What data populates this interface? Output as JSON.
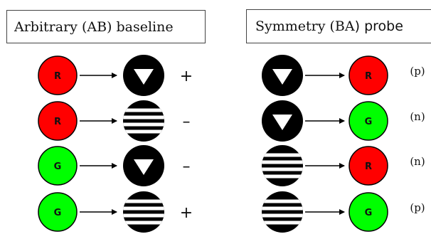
{
  "left_panel": {
    "title": "Arbitrary (AB) baseline",
    "rows": [
      {
        "sample": "R",
        "comparison": "triangle",
        "sign": "+"
      },
      {
        "sample": "R",
        "comparison": "stripes",
        "sign": "–"
      },
      {
        "sample": "G",
        "comparison": "triangle",
        "sign": "–"
      },
      {
        "sample": "G",
        "comparison": "stripes",
        "sign": "+"
      }
    ]
  },
  "right_panel": {
    "title_main": "Symmetry (BA",
    "title_tail": ") probe",
    "rows": [
      {
        "sample": "triangle",
        "comparison": "R",
        "relation": "(p)"
      },
      {
        "sample": "triangle",
        "comparison": "G",
        "relation": "(n)"
      },
      {
        "sample": "stripes",
        "comparison": "R",
        "relation": "(n)"
      },
      {
        "sample": "stripes",
        "comparison": "G",
        "relation": "(p)"
      }
    ]
  },
  "colors": {
    "R": "#ff0000",
    "G": "#00ff00",
    "stimulus_black": "#000000",
    "arrow": "#000000"
  }
}
